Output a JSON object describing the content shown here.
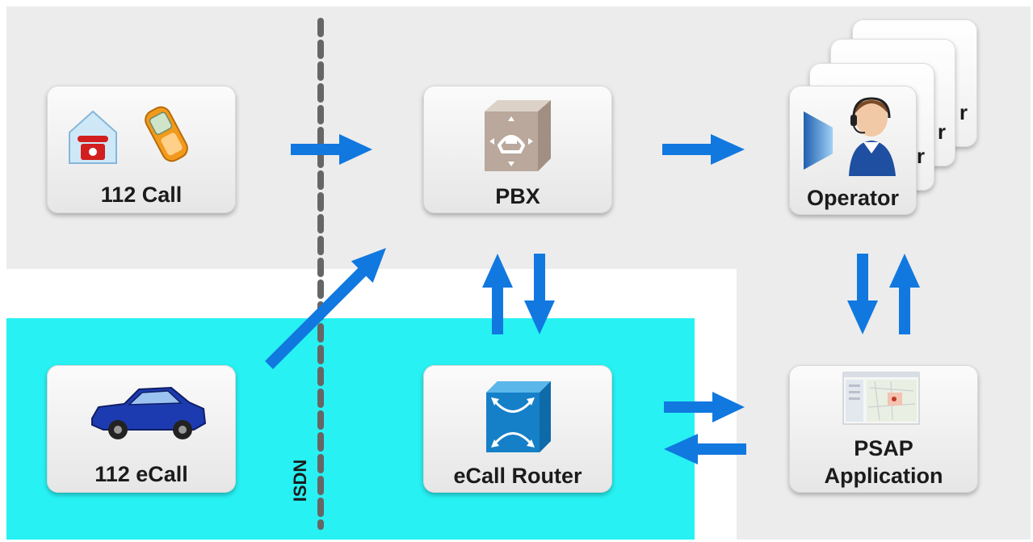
{
  "diagram": {
    "nodes": {
      "call_112": {
        "label": "112 Call",
        "icons": [
          "home-phone-icon",
          "mobile-phone-icon"
        ]
      },
      "ecall_112": {
        "label": "112 eCall",
        "icons": [
          "car-icon"
        ]
      },
      "pbx": {
        "label": "PBX",
        "icons": [
          "pbx-switch-icon"
        ]
      },
      "ecall_router": {
        "label": "eCall Router",
        "icons": [
          "router-icon"
        ]
      },
      "operator": {
        "label": "Operator",
        "icons": [
          "operator-headset-icon"
        ],
        "stack_count": 4,
        "stack_partial_letter": "r"
      },
      "psap": {
        "label_line1": "PSAP",
        "label_line2": "Application",
        "icons": [
          "map-screen-icon"
        ]
      }
    },
    "isdn_label": "ISDN",
    "connections": [
      {
        "from": "112 Call",
        "to": "PBX"
      },
      {
        "from": "112 eCall",
        "to": "PBX"
      },
      {
        "from": "eCall Router",
        "to": "PBX"
      },
      {
        "from": "PBX",
        "to": "eCall Router"
      },
      {
        "from": "PBX",
        "to": "Operator"
      },
      {
        "from": "Operator",
        "to": "PSAP Application"
      },
      {
        "from": "PSAP Application",
        "to": "Operator"
      },
      {
        "from": "eCall Router",
        "to": "PSAP Application"
      },
      {
        "from": "PSAP Application",
        "to": "eCall Router"
      }
    ],
    "colors": {
      "arrow": "#1178e0",
      "background_gray": "#ececec",
      "ecall_region": "#27f1f3",
      "isdn_line": "#666666"
    }
  }
}
